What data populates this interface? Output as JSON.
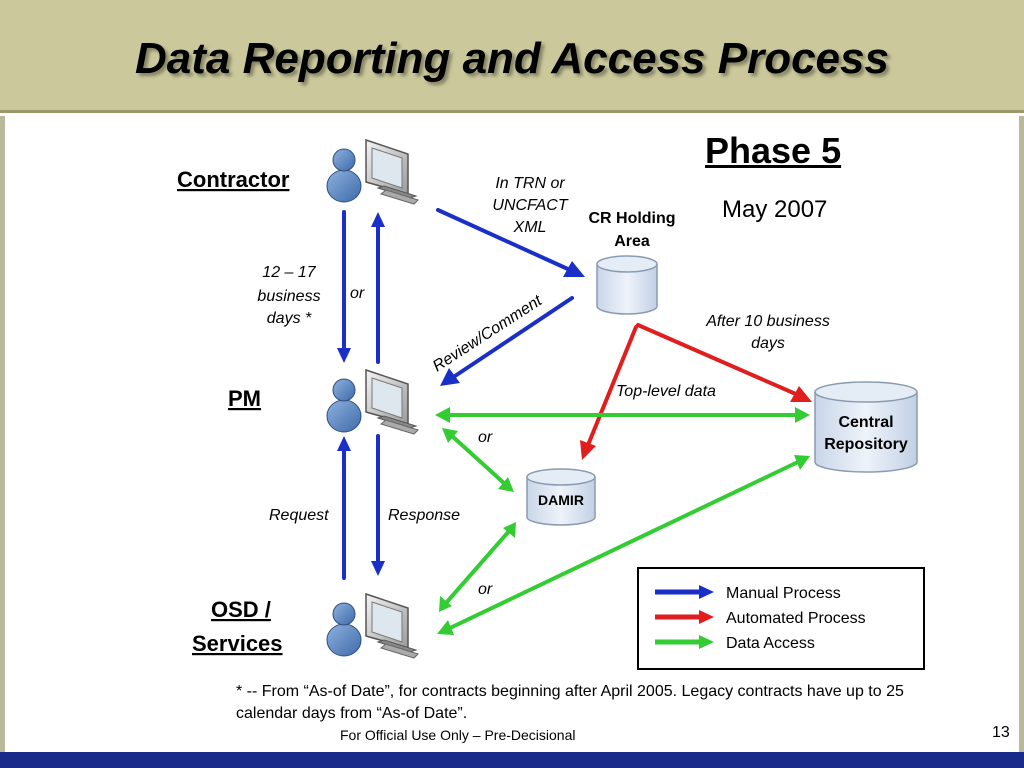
{
  "slide": {
    "title": "Data Reporting and Access Process",
    "phase": "Phase 5",
    "date": "May 2007",
    "footnote": "* -- From “As-of Date”, for contracts beginning after April 2005.  Legacy contracts have up to 25 calendar days from “As-of Date”.",
    "classification": "For Official Use Only – Pre-Decisional",
    "page_number": "13"
  },
  "actors": {
    "contractor": "Contractor",
    "pm": "PM",
    "osd_line1": "OSD /",
    "osd_line2": "Services"
  },
  "nodes": {
    "cr_holding_line1": "CR Holding",
    "cr_holding_line2": "Area",
    "central_line1": "Central",
    "central_line2": "Repository",
    "damir": "DAMIR"
  },
  "edge_labels": {
    "in_trn_1": "In TRN or",
    "in_trn_2": "UNCFACT",
    "in_trn_3": "XML",
    "days_1": "12 – 17",
    "days_2": "business",
    "days_3": "days *",
    "or_contractor_pm": "or",
    "review_comment": "Review/Comment",
    "after_days_1": "After 10 business",
    "after_days_2": "days",
    "top_level": "Top-level data",
    "or_pm_damir": "or",
    "request": "Request",
    "response": "Response",
    "or_osd": "or"
  },
  "legend": {
    "items": [
      {
        "label": "Manual Process",
        "color": "#1a2fc8"
      },
      {
        "label": "Automated Process",
        "color": "#e01e1e"
      },
      {
        "label": "Data Access",
        "color": "#33cc33"
      }
    ]
  },
  "colors": {
    "manual": "#1a2fc8",
    "automated": "#e01e1e",
    "access": "#33cc33",
    "header_bg": "#cbc89b",
    "footer_bar": "#1a2a8a"
  },
  "icons": [
    "user-icon",
    "computer-monitor-icon",
    "database-cylinder-icon"
  ]
}
